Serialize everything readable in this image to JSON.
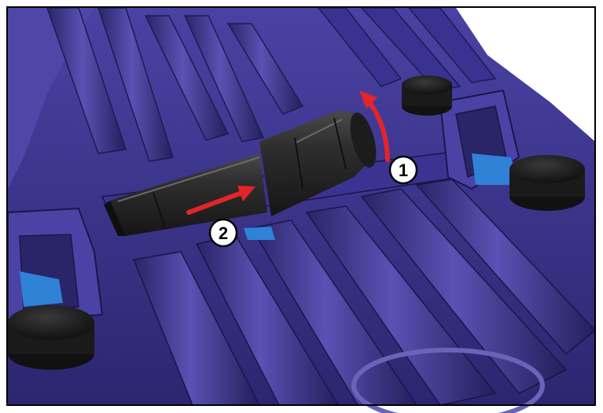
{
  "figure": {
    "callouts": [
      {
        "id": "callout-1",
        "label": "1"
      },
      {
        "id": "callout-2",
        "label": "2"
      }
    ],
    "colors": {
      "housing": "#3d3590",
      "housing_dark": "#1f1a52",
      "housing_light": "#6a63b8",
      "tube": "#2a2a2a",
      "tube_highlight": "#5a5a5a",
      "arrow": "#e3242b",
      "clip_blue": "#2f82d6",
      "frame": "#000000"
    }
  }
}
